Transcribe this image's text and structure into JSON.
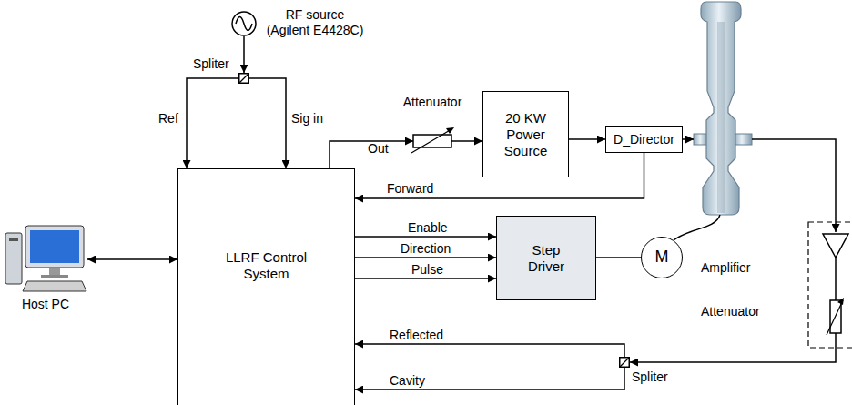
{
  "diagram": {
    "nodes": [
      {
        "text": [
          "RF source (Agilent E4428C)"
        ]
      },
      {
        "text": [
          "Spliter"
        ]
      },
      {
        "text": [
          "LLRF Control System"
        ]
      },
      {
        "text": [
          "Host PC"
        ]
      },
      {
        "text": [
          "Attenuator"
        ]
      },
      {
        "text": [
          "20 KW Power Source"
        ]
      },
      {
        "text": [
          "D_Director"
        ]
      },
      {
        "text": [
          "Step Driver"
        ]
      },
      {
        "text": [
          "M"
        ]
      },
      {
        "text": [
          "Amplifier"
        ]
      },
      {
        "text": [
          "Attenuator"
        ]
      },
      {
        "text": [
          "Spliter"
        ]
      }
    ],
    "edges": [
      {
        "from": 0,
        "to": 1,
        "arrow": "to"
      },
      {
        "from": 1,
        "to": 2,
        "label": "Ref",
        "arrow": "to"
      },
      {
        "from": 1,
        "to": 2,
        "label": "Sig in",
        "arrow": "to"
      },
      {
        "from": 2,
        "to": 4,
        "label": "Out",
        "arrow": "to"
      },
      {
        "from": 4,
        "to": 5,
        "arrow": "to"
      },
      {
        "from": 5,
        "to": 6,
        "arrow": "to"
      },
      {
        "from": 6,
        "to": 2,
        "label": "Forward",
        "arrow": "to"
      },
      {
        "from": 3,
        "to": 2,
        "arrow": "both"
      },
      {
        "from": 2,
        "to": 7,
        "label": "Enable",
        "arrow": "to"
      },
      {
        "from": 2,
        "to": 7,
        "label": "Direction",
        "arrow": "to"
      },
      {
        "from": 2,
        "to": 7,
        "label": "Pulse",
        "arrow": "to"
      },
      {
        "from": 7,
        "to": 8,
        "arrow": "none"
      },
      {
        "from": 9,
        "to": 10,
        "arrow": "none"
      },
      {
        "from": 10,
        "to": 11,
        "arrow": "to"
      },
      {
        "from": 11,
        "to": 2,
        "label": "Reflected",
        "arrow": "to"
      },
      {
        "from": 11,
        "to": 2,
        "label": "Cavity",
        "arrow": "to"
      }
    ]
  }
}
